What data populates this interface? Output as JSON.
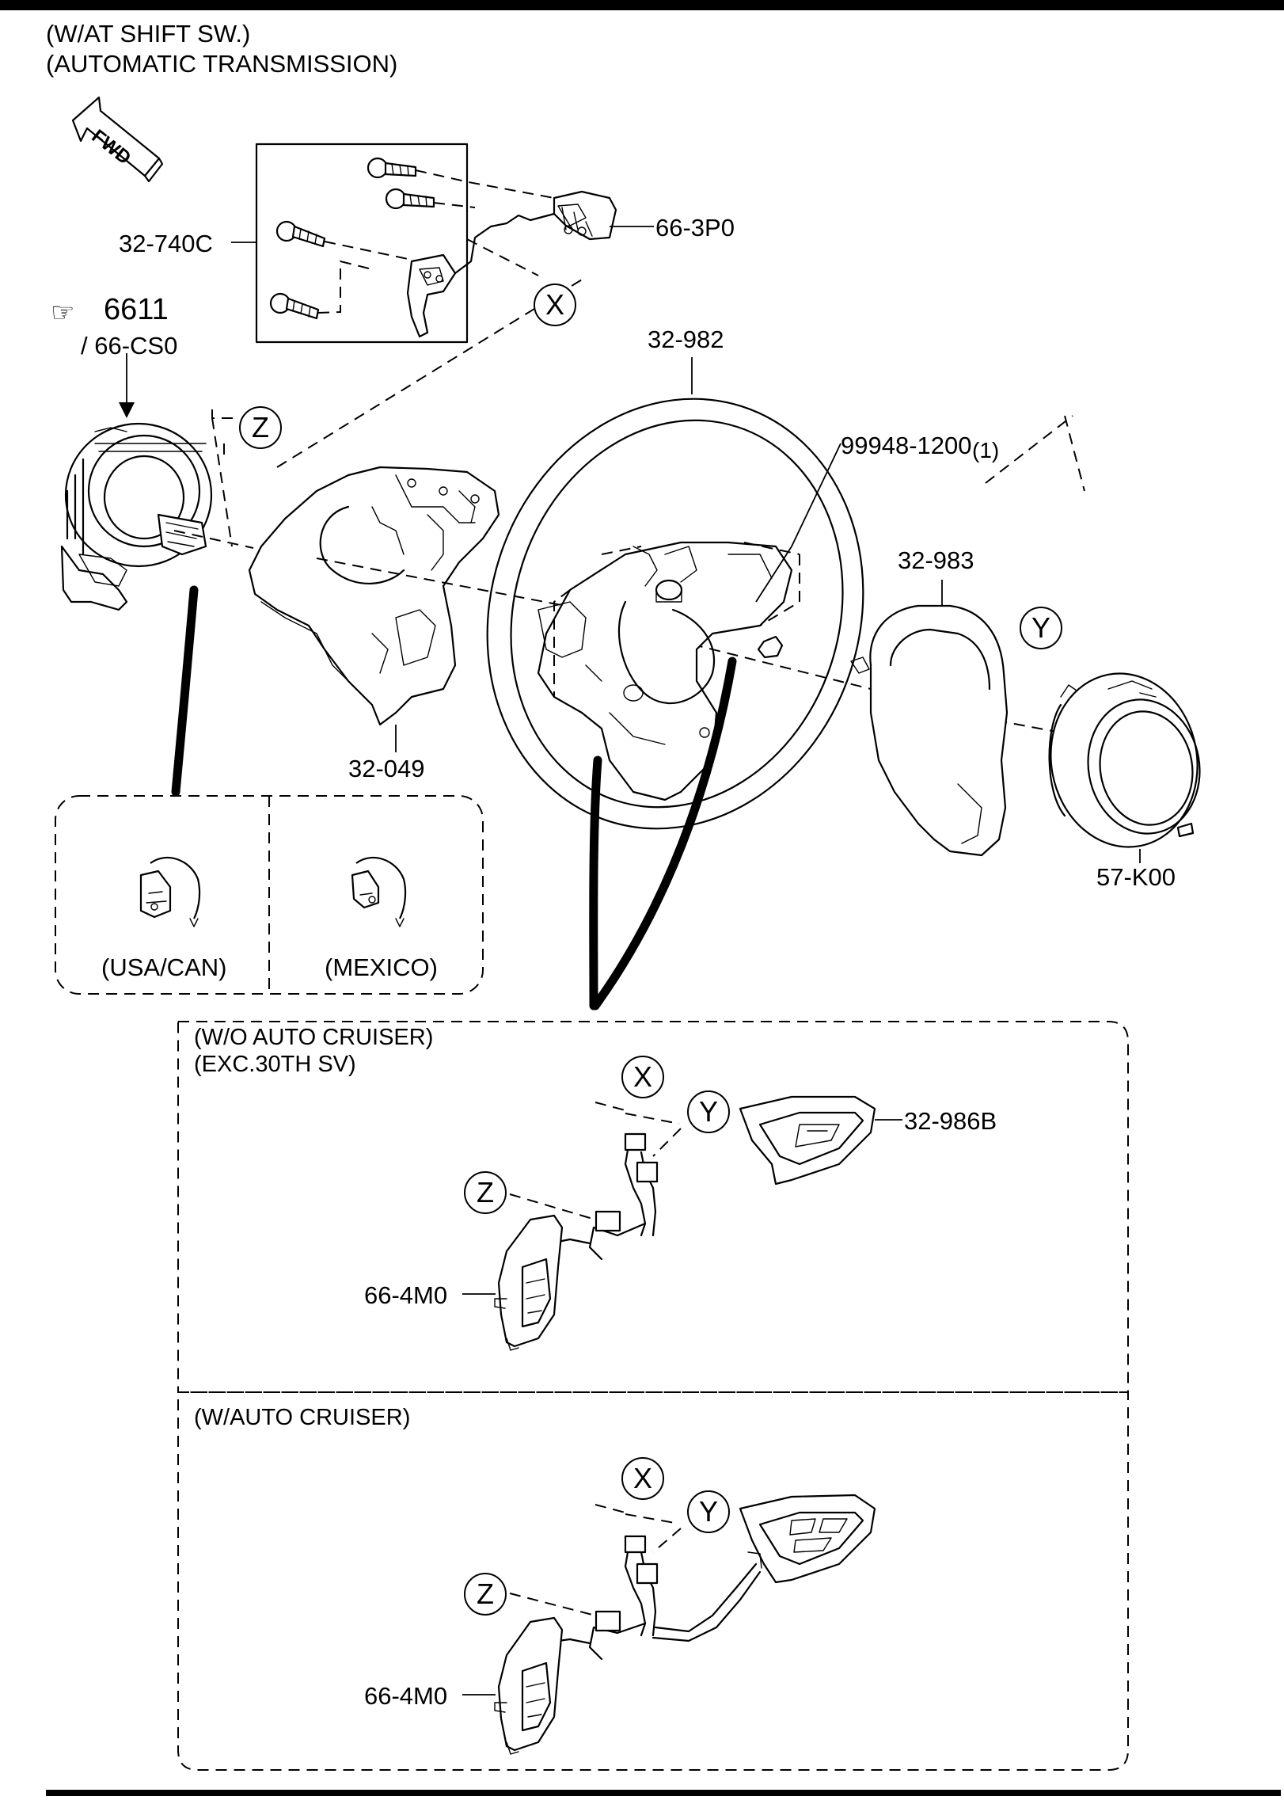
{
  "header": {
    "line1": "(W/AT SHIFT SW.)",
    "line2": "(AUTOMATIC TRANSMISSION)"
  },
  "fwd_arrow": {
    "label": "FWD"
  },
  "reference": {
    "icon": "pointing-hand-icon",
    "number": "6611",
    "sub": "/ 66-CS0"
  },
  "parts": {
    "p_32_740C": "32-740C",
    "p_66_3P0": "66-3P0",
    "p_32_982": "32-982",
    "p_99948_qty": "(1)",
    "p_99948": "99948-1200",
    "p_32_983": "32-983",
    "p_32_049": "32-049",
    "p_57_K00": "57-K00",
    "p_32_986B": "32-986B",
    "p_66_4M0_a": "66-4M0",
    "p_66_4M0_b": "66-4M0"
  },
  "callouts": {
    "x": "X",
    "y": "Y",
    "z": "Z"
  },
  "regions": {
    "usa_can": "(USA/CAN)",
    "mexico": "(MEXICO)"
  },
  "variants": {
    "wo_auto_cruiser_l1": "(W/O AUTO CRUISER)",
    "wo_auto_cruiser_l2": "(EXC.30TH SV)",
    "w_auto_cruiser": "(W/AUTO CRUISER)"
  }
}
